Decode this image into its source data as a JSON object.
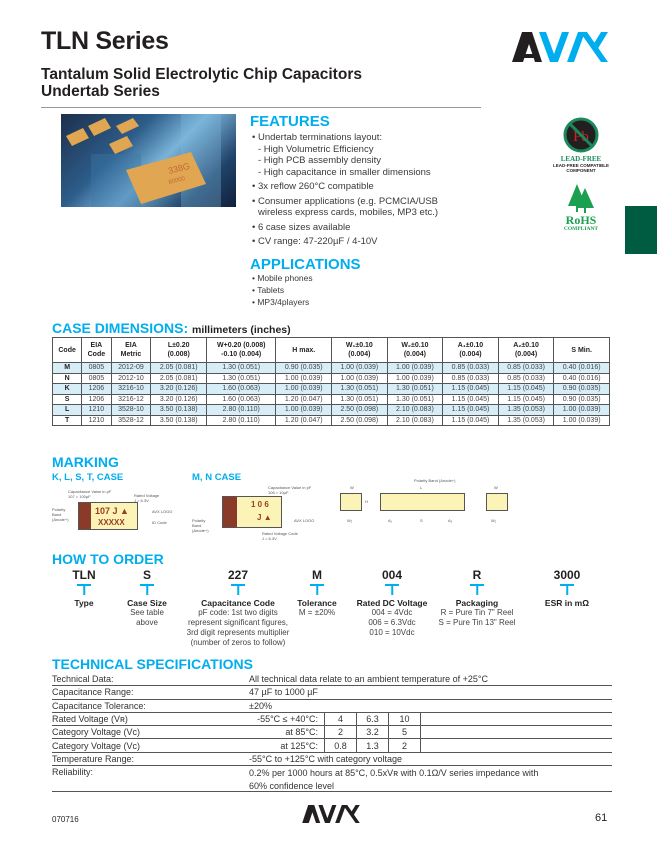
{
  "header": {
    "title": "TLN Series",
    "subtitle_line1": "Tantalum Solid Electrolytic Chip Capacitors",
    "subtitle_line2": "Undertab Series",
    "brand": "AVX",
    "colors": {
      "accent": "#00aeef",
      "tab": "#005c40",
      "table_shade": "#d7eef9"
    }
  },
  "photo": {
    "chip_marking_line1": "338G",
    "chip_marking_line2": "80000"
  },
  "features": {
    "heading": "FEATURES",
    "items": [
      "Undertab terminations layout:",
      "- High Volumetric Efficiency",
      "- High PCB assembly density",
      "- High capacitance in smaller dimensions",
      "3x reflow 260°C compatible",
      "Consumer applications (e.g. PCMCIA/USB",
      "wireless express cards, mobiles, MP3 etc.)",
      "6 case sizes available",
      "CV range: 47-220µF / 4-10V"
    ]
  },
  "applications": {
    "heading": "APPLICATIONS",
    "items": [
      "Mobile phones",
      "Tablets",
      "MP3/4players"
    ]
  },
  "badges": {
    "leadfree_symbol": "Pb",
    "leadfree_title": "LEAD-FREE",
    "leadfree_sub1": "LEAD-FREE COMPATIBLE",
    "leadfree_sub2": "COMPONENT",
    "rohs_title": "RoHS",
    "rohs_sub": "COMPLIANT"
  },
  "case_dimensions": {
    "heading": "CASE DIMENSIONS:",
    "units": "millimeters (inches)",
    "headers": [
      [
        "Code",
        ""
      ],
      [
        "EIA",
        "Code"
      ],
      [
        "EIA",
        "Metric"
      ],
      [
        "L±0.20",
        "(0.008)"
      ],
      [
        "W+0.20 (0.008)",
        "-0.10 (0.004)"
      ],
      [
        "H max.",
        ""
      ],
      [
        "W₁±0.10",
        "(0.004)"
      ],
      [
        "W₂±0.10",
        "(0.004)"
      ],
      [
        "A₁±0.10",
        "(0.004)"
      ],
      [
        "A₂±0.10",
        "(0.004)"
      ],
      [
        "S Min.",
        ""
      ]
    ],
    "rows": [
      [
        "M",
        "0805",
        "2012-09",
        "2.05 (0.081)",
        "1.30 (0.051)",
        "0.90 (0.035)",
        "1.00 (0.039)",
        "1.00 (0.039)",
        "0.85 (0.033)",
        "0.85 (0.033)",
        "0.40 (0.016)"
      ],
      [
        "N",
        "0805",
        "2012-10",
        "2.05 (0.081)",
        "1.30 (0.051)",
        "1.00 (0.039)",
        "1.00 (0.039)",
        "1.00 (0.039)",
        "0.85 (0.033)",
        "0.85 (0.033)",
        "0.40 (0.016)"
      ],
      [
        "K",
        "1206",
        "3216-10",
        "3.20 (0.126)",
        "1.60 (0.063)",
        "1.00 (0.039)",
        "1.30 (0.051)",
        "1.30 (0.051)",
        "1.15 (0.045)",
        "1.15 (0.045)",
        "0.90 (0.035)"
      ],
      [
        "S",
        "1206",
        "3216-12",
        "3.20 (0.126)",
        "1.60 (0.063)",
        "1.20 (0.047)",
        "1.30 (0.051)",
        "1.30 (0.051)",
        "1.15 (0.045)",
        "1.15 (0.045)",
        "0.90 (0.035)"
      ],
      [
        "L",
        "1210",
        "3528-10",
        "3.50 (0.138)",
        "2.80 (0.110)",
        "1.00 (0.039)",
        "2.50 (0.098)",
        "2.10 (0.083)",
        "1.15 (0.045)",
        "1.35 (0.053)",
        "1.00 (0.039)"
      ],
      [
        "T",
        "1210",
        "3528-12",
        "3.50 (0.138)",
        "2.80 (0.110)",
        "1.20 (0.047)",
        "2.50 (0.098)",
        "2.10 (0.083)",
        "1.15 (0.045)",
        "1.35 (0.053)",
        "1.00 (0.039)"
      ]
    ]
  },
  "marking": {
    "heading": "MARKING",
    "klst": {
      "title": "K, L, S, T, CASE",
      "line1": "107 J",
      "line2": "XXXXX",
      "cap_label1": "Capacitance Value in pF",
      "cap_label2": "107 = 100µF",
      "volt_label1": "Rated Voltage",
      "volt_label2": "J = 6.3V",
      "logo_label": "AVX LOGO",
      "id_label": "ID Code",
      "band_label1": "Polarity",
      "band_label2": "Band",
      "band_label3": "(Anode+)"
    },
    "mn": {
      "title": "M, N CASE",
      "line1": "1 0 6",
      "line2": "J",
      "cap_label1": "Capacitance Value in pF",
      "cap_label2": "106 = 10µF",
      "logo_label": "AVX LOGO",
      "volt_label1": "Rated Voltage Code",
      "volt_label2": "J = 6.3V",
      "band_label1": "Polarity",
      "band_label2": "Band",
      "band_label3": "(Anode+)"
    },
    "dims": {
      "polarity": "Polarity Band (Anode+)",
      "W": "W",
      "H": "H",
      "L": "L",
      "W2": "W₂",
      "W1": "W₁",
      "A1": "A₁",
      "A2": "A₂",
      "S": "S"
    }
  },
  "how_to_order": {
    "heading": "HOW TO ORDER",
    "items": [
      {
        "code": "TLN",
        "label": "Type",
        "desc": []
      },
      {
        "code": "S",
        "label": "Case Size",
        "desc": [
          "See table",
          "above"
        ]
      },
      {
        "code": "227",
        "label": "Capacitance Code",
        "desc": [
          "pF code: 1st two digits",
          "represent significant figures,",
          "3rd digit represents multiplier",
          "(number of zeros to follow)"
        ]
      },
      {
        "code": "M",
        "label": "Tolerance",
        "desc": [
          "M = ±20%"
        ]
      },
      {
        "code": "004",
        "label": "Rated DC Voltage",
        "desc": [
          "004 = 4Vdc",
          "006 = 6.3Vdc",
          "010 = 10Vdc"
        ]
      },
      {
        "code": "R",
        "label": "Packaging",
        "desc": [
          "R = Pure Tin 7\" Reel",
          "S = Pure Tin 13\" Reel"
        ]
      },
      {
        "code": "3000",
        "label": "ESR in mΩ",
        "desc": []
      }
    ]
  },
  "tech_specs": {
    "heading": "TECHNICAL SPECIFICATIONS",
    "technical_data": {
      "label": "Technical Data:",
      "value": "All technical data relate to an ambient temperature of +25°C"
    },
    "cap_range": {
      "label": "Capacitance Range:",
      "value": "47 µF to 1000 µF"
    },
    "cap_tol": {
      "label": "Capacitance Tolerance:",
      "value": "±20%"
    },
    "rated_voltage": {
      "label": "Rated Voltage (Vʀ)",
      "cond": "-55°C ≤ +40°C:",
      "values": [
        "4",
        "6.3",
        "10"
      ]
    },
    "cat_voltage_85": {
      "label": "Category Voltage (Vᴄ)",
      "cond": "at 85°C:",
      "values": [
        "2",
        "3.2",
        "5"
      ]
    },
    "cat_voltage_125": {
      "label": "Category Voltage (Vᴄ)",
      "cond": "at 125°C:",
      "values": [
        "0.8",
        "1.3",
        "2"
      ]
    },
    "temp_range": {
      "label": "Temperature Range:",
      "value": "-55°C to +125°C with category voltage"
    },
    "reliability": {
      "label": "Reliability:",
      "value1": "0.2% per 1000 hours at 85°C, 0.5xVʀ with 0.1Ω/V series impedance with",
      "value2": "60% confidence level"
    }
  },
  "footer": {
    "code": "070716",
    "page": "61"
  }
}
